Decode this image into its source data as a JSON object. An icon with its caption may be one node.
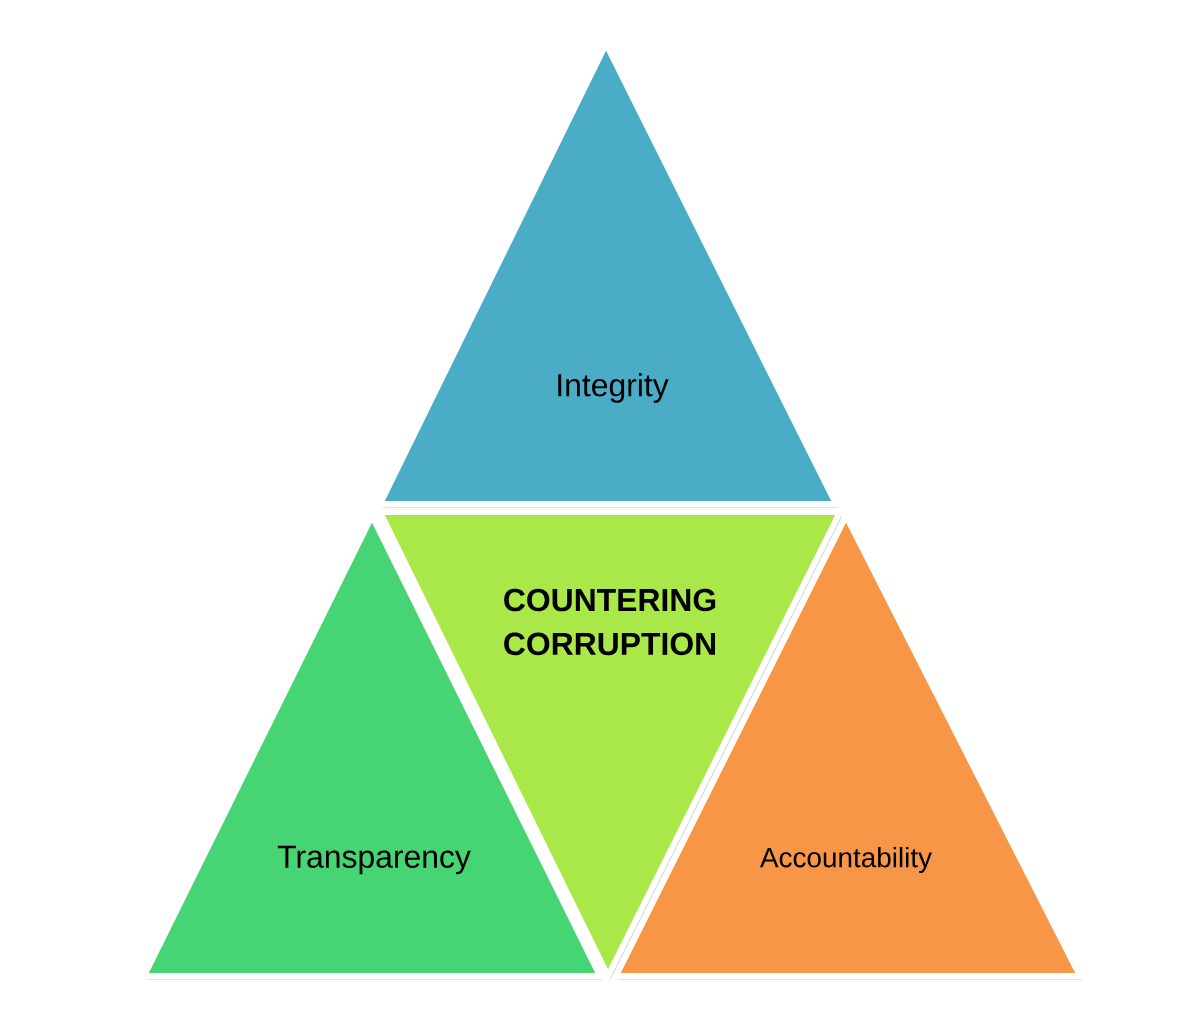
{
  "diagram": {
    "nodes": [
      {
        "text": [
          "Integrity"
        ]
      },
      {
        "text": [
          "COUNTERING CORRUPTION"
        ]
      },
      {
        "text": [
          "Transparency"
        ]
      },
      {
        "text": [
          "Accountability"
        ]
      }
    ]
  }
}
